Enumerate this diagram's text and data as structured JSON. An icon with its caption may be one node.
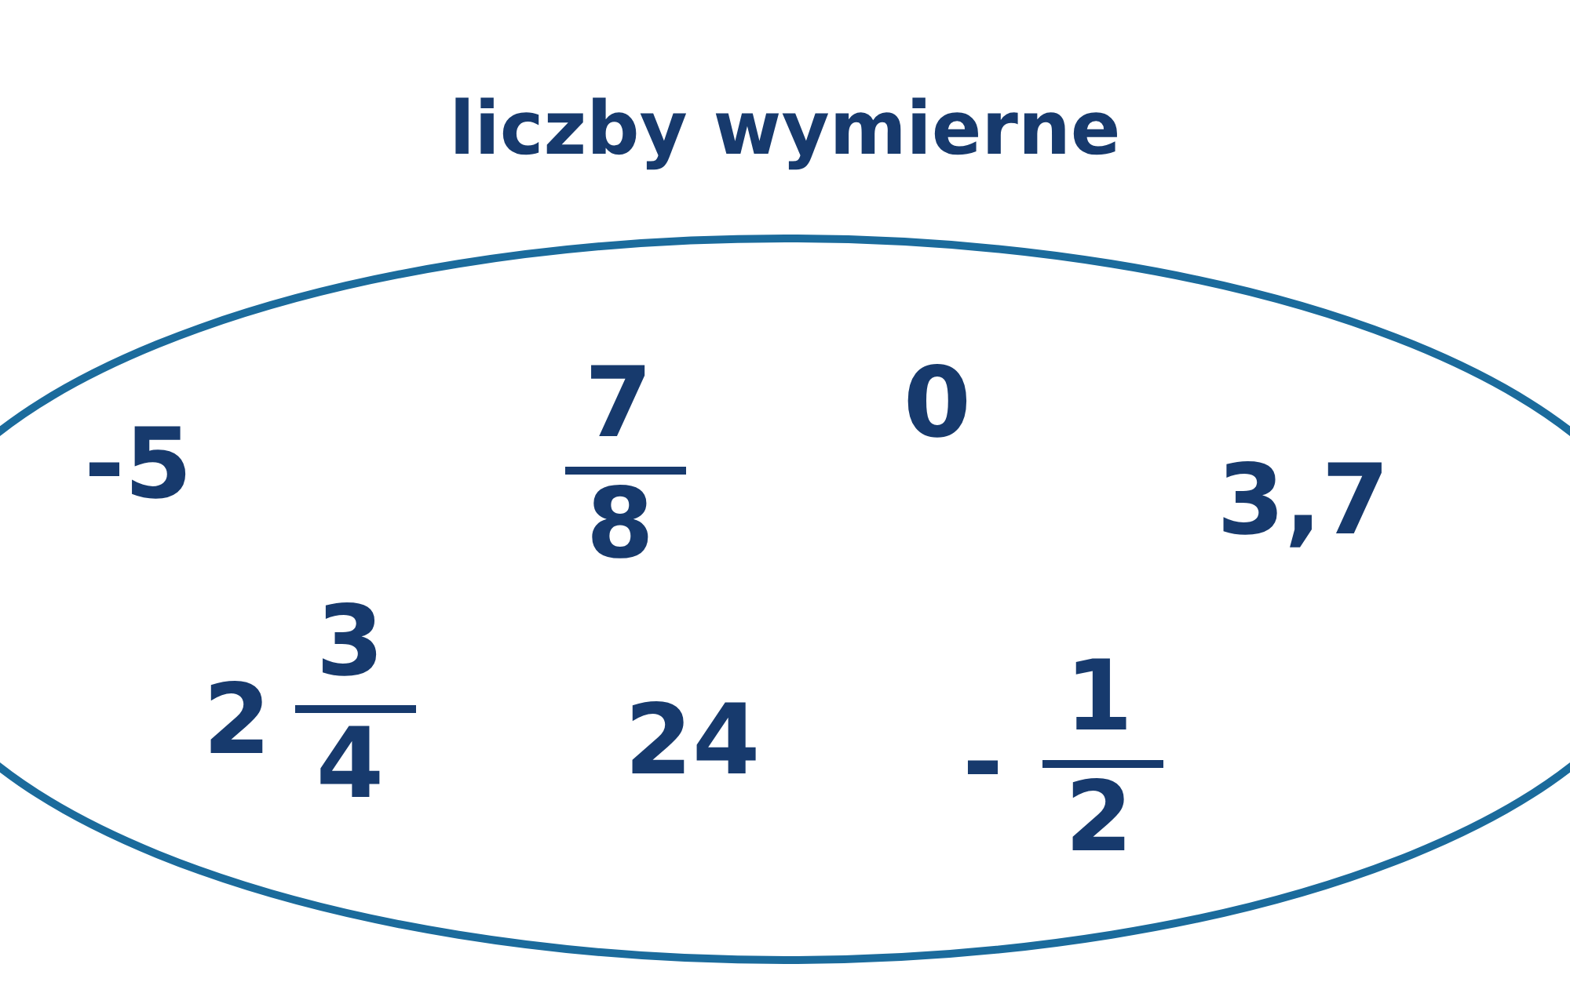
{
  "diagram": {
    "title": "liczby wymierne",
    "nodes": [
      {
        "text": [
          "-5",
          "7",
          "8",
          "0",
          "3,7",
          "2",
          "3",
          "4",
          "24",
          "-",
          "1",
          "2"
        ]
      }
    ]
  }
}
